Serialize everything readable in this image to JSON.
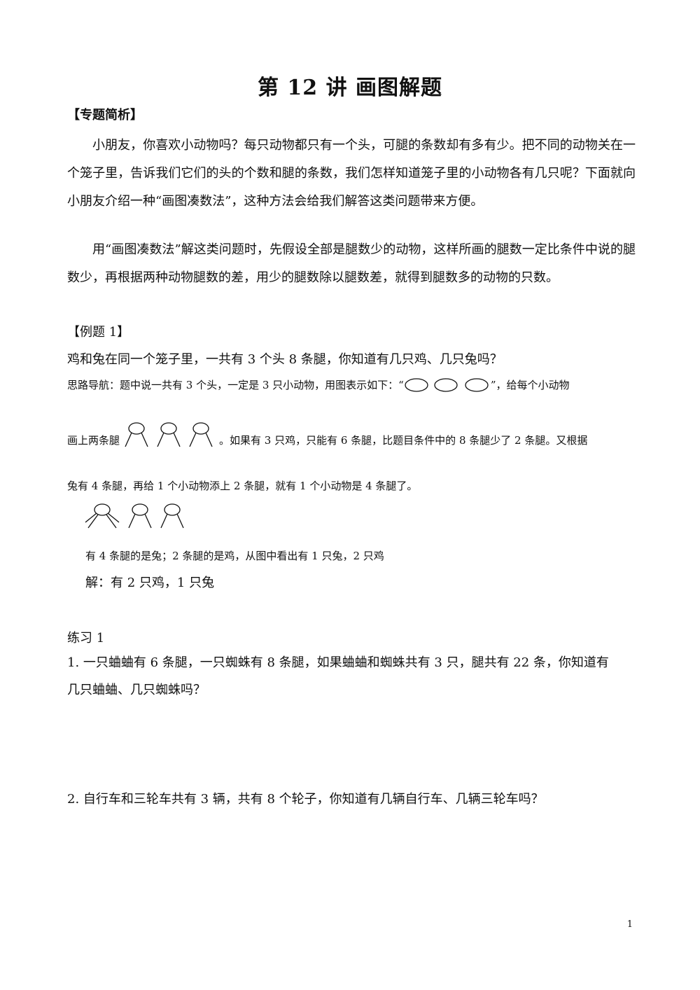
{
  "title": "第 12 讲  画图解题",
  "section_intro": "【专题简析】",
  "intro_para1": "小朋友，你喜欢小动物吗？每只动物都只有一个头，可腿的条数却有多有少。把不同的动物关在一个笼子里，告诉我们它们的头的个数和腿的条数，我们怎样知道笼子里的小动物各有几只呢？下面就向小朋友介绍一种“画图凑数法”，这种方法会给我们解答这类问题带来方便。",
  "intro_para2": "用“画图凑数法”解这类问题时，先假设全部是腿数少的动物，这样所画的腿数一定比条件中说的腿数少，再根据两种动物腿数的差，用少的腿数除以腿数差，就得到腿数多的动物的只数。",
  "example_heading": "【例题 1】",
  "example_question": "鸡和兔在同一个笼子里，一共有 3 个头 8 条腿，你知道有几只鸡、几只兔吗？",
  "hint_part1": "思路导航：题中说一共有 3 个头，一定是 3 只小动物，用图表示如下：“",
  "hint_part2": "”，给每个小动物",
  "legs_part1": "画上两条腿",
  "legs_part2": "。如果有 3 只鸡，只能有 6 条腿，比题目条件中的 8 条腿少了 2 条腿。又根据",
  "legs_line2": "兔有 4 条腿，再给 1 个小动物添上 2 条腿，就有 1 个小动物是 4 条腿了。",
  "conclusion": "有 4 条腿的是兔；2 条腿的是鸡，从图中看出有 1 只兔，2 只鸡",
  "answer": "解：有 2 只鸡，1 只兔",
  "practice_heading": "练习 1",
  "practice_q1_line1": "1. 一只蛐蛐有 6 条腿，一只蜘蛛有 8 条腿，如果蛐蛐和蜘蛛共有 3 只，腿共有 22 条，你知道有",
  "practice_q1_line2": "几只蛐蛐、几只蜘蛛吗？",
  "practice_q2": "2. 自行车和三轮车共有 3 辆，共有 8 个轮子，你知道有几辆自行车、几辆三轮车吗？",
  "page_number": "1"
}
